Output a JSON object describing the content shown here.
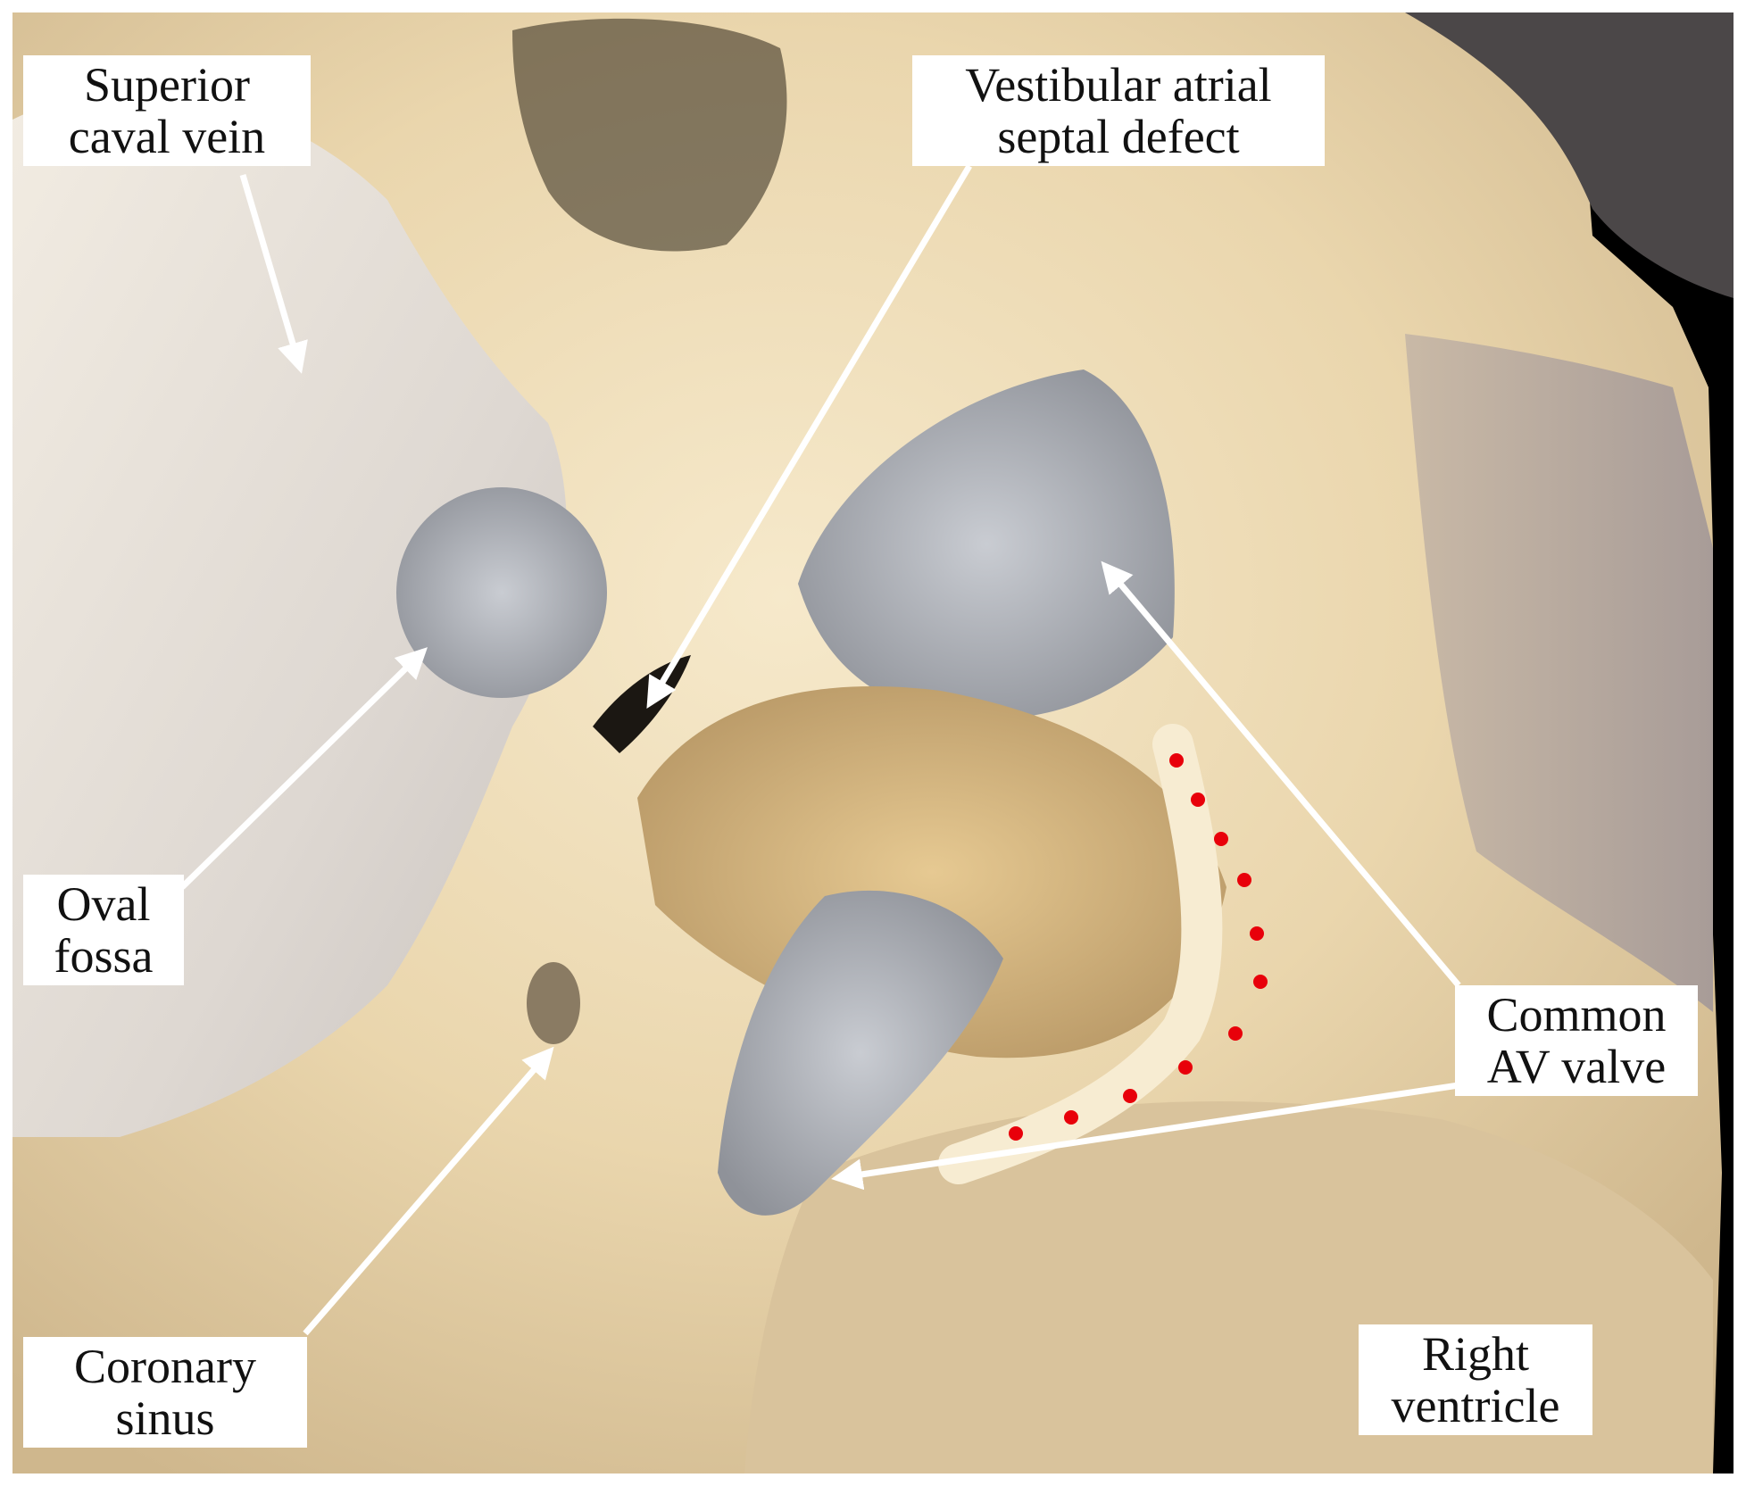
{
  "labels": {
    "superior_caval_vein": [
      "Superior",
      "caval vein"
    ],
    "vestibular_asd": [
      "Vestibular atrial",
      "septal defect"
    ],
    "oval_fossa": [
      "Oval",
      "fossa"
    ],
    "common_av_valve": [
      "Common",
      "AV valve"
    ],
    "coronary_sinus": [
      "Coronary",
      "sinus"
    ],
    "right_ventricle": [
      "Right",
      "ventricle"
    ]
  },
  "colors": {
    "background": "#000000",
    "tissue": "#eedcb4",
    "membrane": "#b4b6bc",
    "arrow": "#ffffff",
    "dotted_line": "#e8000a"
  }
}
